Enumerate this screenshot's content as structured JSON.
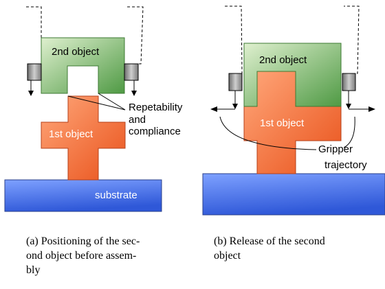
{
  "figure_a": {
    "object2_label": "2nd object",
    "object1_label": "1st object",
    "substrate_label": "substrate",
    "annotation_line1": "Repetability",
    "annotation_line2": "and",
    "annotation_line3": "compliance"
  },
  "figure_b": {
    "object2_label": "2nd object",
    "object1_label": "1st object",
    "annotation_line1": "Gripper",
    "annotation_line2": "trajectory"
  },
  "captions": {
    "a": [
      "(a) Positioning of the sec-",
      "ond object before assem-",
      "bly"
    ],
    "b": [
      "(b) Release of the second",
      "object"
    ]
  },
  "colors": {
    "object2_light": "#dff0cf",
    "object2_dark": "#4f9a44",
    "object1_light": "#ffa77a",
    "object1_dark": "#e9521b",
    "substrate_light": "#7ea1ff",
    "substrate_dark": "#2f58d8",
    "gripper_pad": "#8c8c8c"
  }
}
